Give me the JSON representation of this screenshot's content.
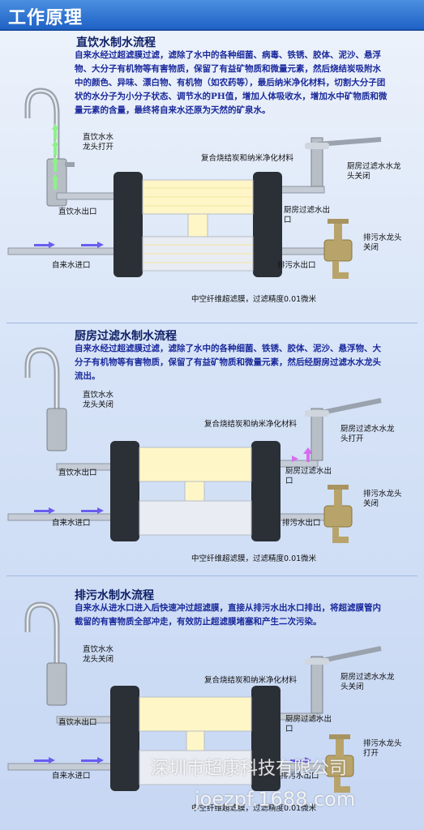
{
  "header": {
    "title": "工作原理"
  },
  "sections": [
    {
      "title": "直饮水制水流程",
      "description": "自来水经过超滤膜过滤，滤除了水中的各种细菌、病毒、铁锈、胶体、泥沙、悬浮物、大分子有机物等有害物质，保留了有益矿物质和微量元素，然后烧结炭吸附水中的颜色、异味、漂白物、有机物（如农药等），最后纳米净化材料，切割大分子团状的水分子为小分子状态、调节水的PH值，增加人体吸收水，增加水中矿物质和微量元素的含量，最终将自来水还原为天然的矿泉水。",
      "labels": {
        "drinking_tap": "直饮水水龙头打开",
        "drinking_outlet": "直饮水出口",
        "tap_inlet": "自来水进口",
        "carbon_nano": "复合烧结炭和纳米净化材料",
        "kitchen_tap": "厨房过滤水水龙头关闭",
        "kitchen_outlet": "厨房过滤水出口",
        "drain_tap": "排污水龙头关闭",
        "drain_outlet": "排污水出口",
        "membrane": "中空纤维超滤膜，过滤精度0.01微米"
      }
    },
    {
      "title": "厨房过滤水制水流程",
      "description": "自来水经过超滤膜过滤，滤除了水中的各种细菌、铁锈、胶体、泥沙、悬浮物、大分子有机物等有害物质，保留了有益矿物质和微量元素，然后经厨房过滤水水龙头流出。",
      "labels": {
        "drinking_tap": "直饮水水龙头关闭",
        "drinking_outlet": "直饮水出口",
        "tap_inlet": "自来水进口",
        "carbon_nano": "复合烧结炭和纳米净化材料",
        "kitchen_tap": "厨房过滤水水龙头打开",
        "kitchen_outlet": "厨房过滤水出口",
        "drain_tap": "排污水龙头关闭",
        "drain_outlet": "排污水出口",
        "membrane": "中空纤维超滤膜，过滤精度0.01微米"
      }
    },
    {
      "title": "排污水制水流程",
      "description": "自来水从进水口进入后快速冲过超滤膜，直接从排污水出水口排出，将超滤膜管内截留的有害物质全部冲走，有效防止超滤膜堵塞和产生二次污染。",
      "labels": {
        "drinking_tap": "直饮水水龙头关闭",
        "drinking_outlet": "直饮水出口",
        "tap_inlet": "自来水进口",
        "carbon_nano": "复合烧结炭和纳米净化材料",
        "kitchen_tap": "厨房过滤水水龙头关闭",
        "kitchen_outlet": "厨房过滤水出口",
        "drain_tap": "排污水龙头打开",
        "drain_outlet": "排污水出口",
        "membrane": "中空纤维超滤膜，过滤精度0.01微米"
      }
    }
  ],
  "watermark": {
    "company": "深圳市超康科技有限公司",
    "url": "joezpf.1688.com"
  },
  "colors": {
    "header": "#1f62c6",
    "title": "#0e1f66",
    "desc": "#1b2a9c",
    "arrow_tap": "#6a5cf0",
    "arrow_drink": "#8ef08a",
    "arrow_drain": "#d86cf0"
  }
}
